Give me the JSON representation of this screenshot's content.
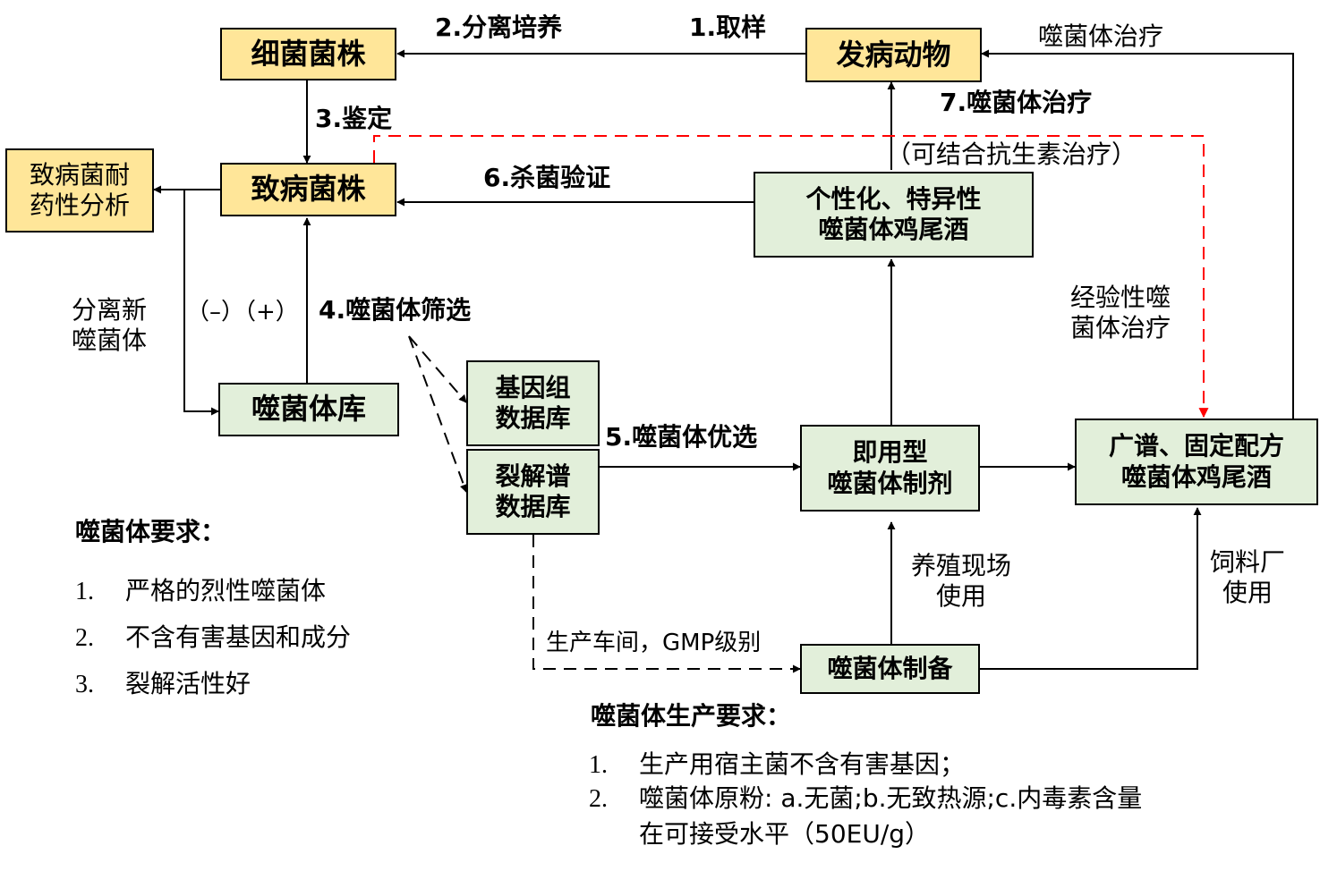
{
  "boxes": {
    "bacterial_strain": "细菌菌株",
    "diseased_animal": "发病动物",
    "resistance_analysis": [
      "致病菌耐",
      "药性分析"
    ],
    "pathogenic_strain": "致病菌株",
    "phage_library": "噬菌体库",
    "genome_db": [
      "基因组",
      "数据库"
    ],
    "lysis_db": [
      "裂解谱",
      "数据库"
    ],
    "personalized_cocktail": [
      "个性化、特异性",
      "噬菌体鸡尾酒"
    ],
    "ready_to_use": [
      "即用型",
      "噬菌体制剂"
    ],
    "broad_cocktail": [
      "广谱、固定配方",
      "噬菌体鸡尾酒"
    ],
    "phage_preparation": "噬菌体制备"
  },
  "edges": {
    "sampling": "1.取样",
    "isolation": "2.分离培养",
    "identification": "3.鉴定",
    "screening": "4.噬菌体筛选",
    "optimization": "5.噬菌体优选",
    "verification": "6.杀菌验证",
    "therapy7": "7.噬菌体治疗",
    "therapy7_note": "（可结合抗生素治疗）",
    "phage_therapy": "噬菌体治疗",
    "isolate_new": [
      "分离新",
      "噬菌体"
    ],
    "minus_plus": "（–）（+）",
    "empirical": [
      "经验性噬",
      "菌体治疗"
    ],
    "farm_use": [
      "养殖现场",
      "使用"
    ],
    "feed_mill": [
      "饲料厂",
      "使用"
    ],
    "workshop": "生产车间，GMP级别"
  },
  "requirements": {
    "title": "噬菌体要求：",
    "items": [
      {
        "num": "1.",
        "text": "严格的烈性噬菌体"
      },
      {
        "num": "2.",
        "text": "不含有害基因和成分"
      },
      {
        "num": "3.",
        "text": "裂解活性好"
      }
    ]
  },
  "production": {
    "title": "噬菌体生产要求：",
    "items": [
      {
        "num": "1.",
        "lines": [
          "生产用宿主菌不含有害基因；"
        ]
      },
      {
        "num": "2.",
        "lines": [
          "噬菌体原粉: a.无菌;b.无致热源;c.内毒素含量",
          "在可接受水平（50EU/g）"
        ]
      }
    ]
  },
  "colors": {
    "yellow_box": "#ffe699",
    "green_box": "#e2efda",
    "arrow": "#000000",
    "empirical_path": "#ff0000"
  }
}
